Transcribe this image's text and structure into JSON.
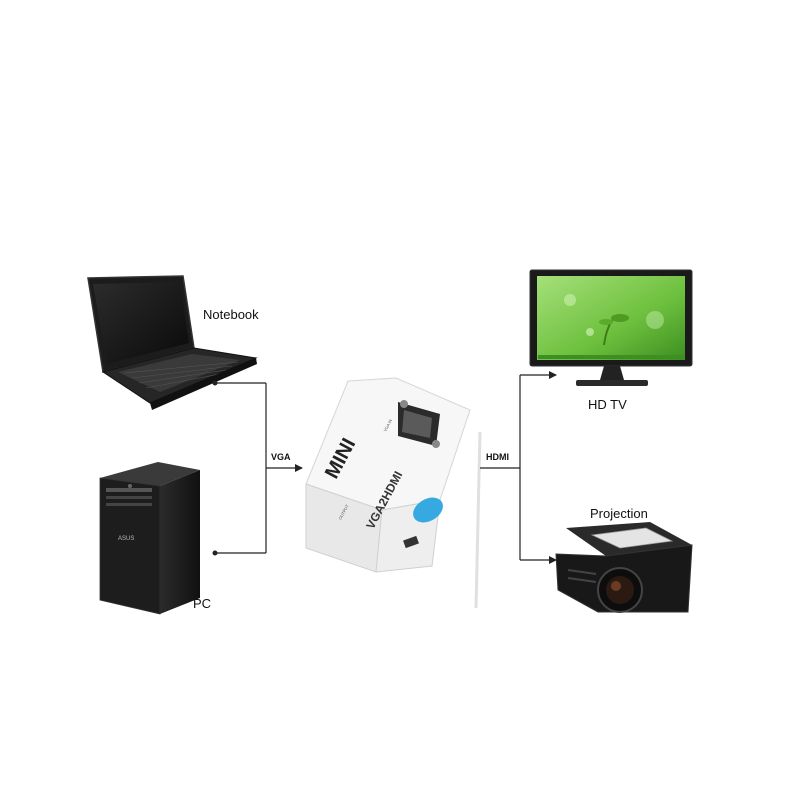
{
  "devices": {
    "notebook": "Notebook",
    "pc": "PC",
    "hdtv": "HD TV",
    "projection": "Projection"
  },
  "connections": {
    "vga": "VGA",
    "hdmi": "HDMI"
  },
  "adapter": {
    "mini": "MINI",
    "model": "VGA2HDMI"
  },
  "colors": {
    "line": "#222222",
    "adapter_body": "#f4f4f4",
    "adapter_badge": "#36a9e1",
    "tv_screen": "#7cc242",
    "dark_device": "#1a1a1a"
  },
  "icons": [
    "laptop-icon",
    "desktop-tower-icon",
    "vga-adapter-icon",
    "monitor-icon",
    "projector-icon"
  ]
}
